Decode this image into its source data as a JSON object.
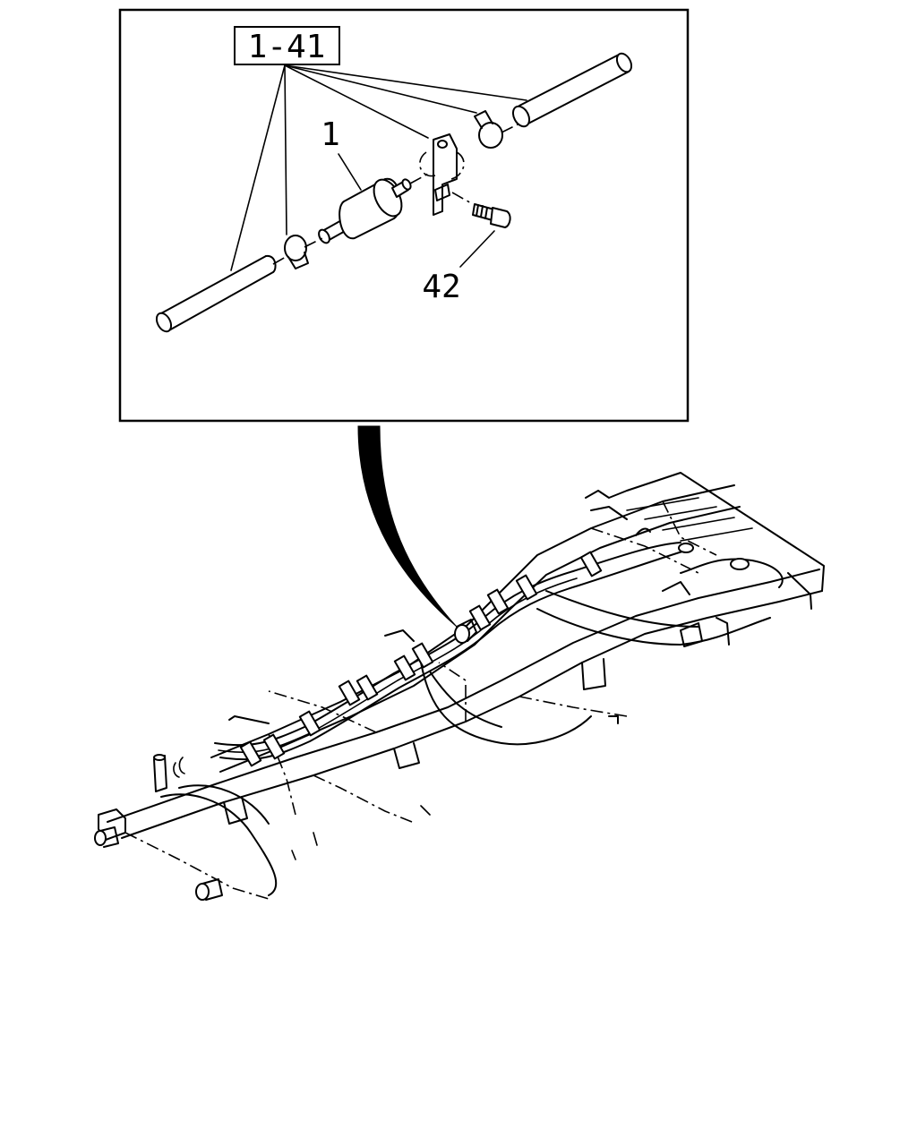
{
  "callouts": {
    "group_ref": "1-41",
    "part_1": "1",
    "part_42": "42"
  },
  "colors": {
    "ink": "#000000",
    "paper": "#ffffff"
  }
}
